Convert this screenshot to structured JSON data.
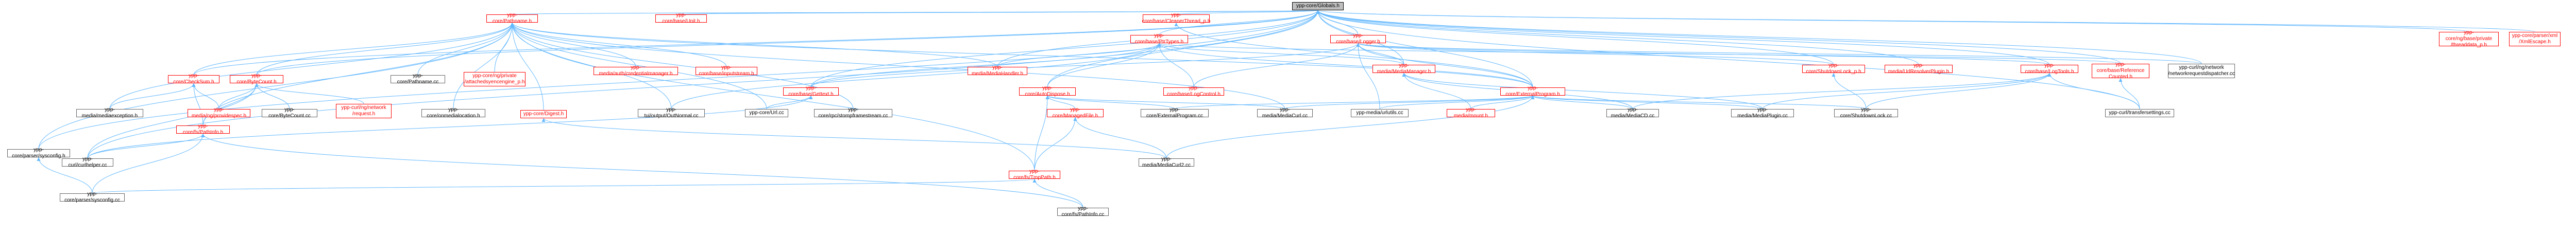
{
  "graph": {
    "root": "ypp-core/Globals.h",
    "nodes": {
      "globals": {
        "label": "ypp-core/Globals.h",
        "kind": "root"
      },
      "unit": {
        "label": "ypp-core/base/Unit.h",
        "kind": "missing"
      },
      "pathname": {
        "label": "ypp-core/Pathname.h",
        "kind": "missing"
      },
      "cleanerthread": {
        "label": "ypp-core/base/CleanerThread_p.h",
        "kind": "missing"
      },
      "pttypes": {
        "label": "ypp-core/base/PtrTypes.h",
        "kind": "missing"
      },
      "logger": {
        "label": "ypp-core/base/Logger.h",
        "kind": "missing"
      },
      "threaddata": {
        "label": "ypp-core/ng/base/private\n/threaddata_p.h",
        "kind": "missing"
      },
      "xmlescape": {
        "label": "ypp-core/parser/xml\n/XmlEscape.h",
        "kind": "missing"
      },
      "checksum": {
        "label": "ypp-core/CheckSum.h",
        "kind": "missing"
      },
      "bytecount_h": {
        "label": "ypp-core/ByteCount.h",
        "kind": "missing"
      },
      "pathname_cc": {
        "label": "ypp-core/Pathname.cc",
        "kind": "doc"
      },
      "ngprivate": {
        "label": "ypp-core/ng/private\n/attachedsyencengine_p.h",
        "kind": "missing"
      },
      "credmgr": {
        "label": "ypp-media/auth/credentialmanager.h",
        "kind": "missing"
      },
      "inputstream": {
        "label": "ypp-core/base/inputstream.h",
        "kind": "missing"
      },
      "mediahandler": {
        "label": "ypp-media/MediaHandler.h",
        "kind": "missing"
      },
      "autodispose": {
        "label": "ypp-core/AutoDispose.h",
        "kind": "missing"
      },
      "externalprogram_h": {
        "label": "ypp-core/ExternalProgram.h",
        "kind": "missing"
      },
      "mediamanager": {
        "label": "ypp-media/MediaManager.h",
        "kind": "missing"
      },
      "shutdownlock_p": {
        "label": "ypp-core/ShutdownLock_p.h",
        "kind": "missing"
      },
      "urlresolver": {
        "label": "ypp-media/UrlResolverPlugin.h",
        "kind": "missing"
      },
      "logtools": {
        "label": "ypp-core/base/LogTools.h",
        "kind": "missing"
      },
      "refcounted": {
        "label": "ypp-core/base/Reference\nCounted.h",
        "kind": "missing"
      },
      "networkdispatcher": {
        "label": "ypp-curl/ng/network\n/networkrequestdispatcher.cc",
        "kind": "doc"
      },
      "gettext": {
        "label": "ypp-core/base/Gettext.h",
        "kind": "missing"
      },
      "logcontrol": {
        "label": "ypp-core/base/LogControl.h",
        "kind": "missing"
      },
      "mediaexception": {
        "label": "ypp-media/mediaexception.h",
        "kind": "doc"
      },
      "providespec": {
        "label": "ypp-media/ng/providespec.h",
        "kind": "missing"
      },
      "bytecount_cc": {
        "label": "ypp-core/ByteCount.cc",
        "kind": "doc"
      },
      "networkrequest": {
        "label": "ypp-curl/ng/network\n/request.h",
        "kind": "missing"
      },
      "mediablocation": {
        "label": "ypp-core/onmedialocation.h",
        "kind": "doc"
      },
      "digest": {
        "label": "ypp-core/Digest.h",
        "kind": "missing"
      },
      "curloutnormal": {
        "label": "ypp-tui/output/OutNormal.cc",
        "kind": "doc"
      },
      "url_cc": {
        "label": "ypp-core/Url.cc",
        "kind": "doc"
      },
      "stompframe": {
        "label": "ypp-core/rpc/stompframestream.cc",
        "kind": "doc"
      },
      "managedfile": {
        "label": "ypp-core/ManagedFile.h",
        "kind": "missing"
      },
      "externalprogram_cc": {
        "label": "ypp-core/ExternalProgram.cc",
        "kind": "doc"
      },
      "mediacurl_cc": {
        "label": "ypp-media/MediaCurl.cc",
        "kind": "doc"
      },
      "mediaurlutils": {
        "label": "ypp-media/urlutils.cc",
        "kind": "doc"
      },
      "mount": {
        "label": "ypp-media/mount.h",
        "kind": "missing"
      },
      "mediacd": {
        "label": "ypp-media/MediaCD.cc",
        "kind": "doc"
      },
      "mediaplugin": {
        "label": "ypp-media/MediaPlugin.cc",
        "kind": "doc"
      },
      "shutdownlock_cc": {
        "label": "ypp-core/ShutdownLock.cc",
        "kind": "doc"
      },
      "transfersettings": {
        "label": "ypp-curl/transfersettings.cc",
        "kind": "doc"
      },
      "sysconfig_h": {
        "label": "ypp-core/parser/sysconfig.h",
        "kind": "doc"
      },
      "pathinfo": {
        "label": "ypp-core/fs/PathInfo.h",
        "kind": "missing"
      },
      "curlhelper": {
        "label": "ypp-curl/curlhelper.cc",
        "kind": "doc"
      },
      "tmppath": {
        "label": "ypp-core/fs/TmpPath.h",
        "kind": "missing"
      },
      "mediacurl2": {
        "label": "ypp-media/MediaCurl2.cc",
        "kind": "doc"
      },
      "sysconfig_cc": {
        "label": "ypp-core/parser/sysconfig.cc",
        "kind": "doc"
      },
      "pathinfo_cc": {
        "label": "ypp-core/fs/PathInfo.cc",
        "kind": "doc"
      }
    }
  }
}
